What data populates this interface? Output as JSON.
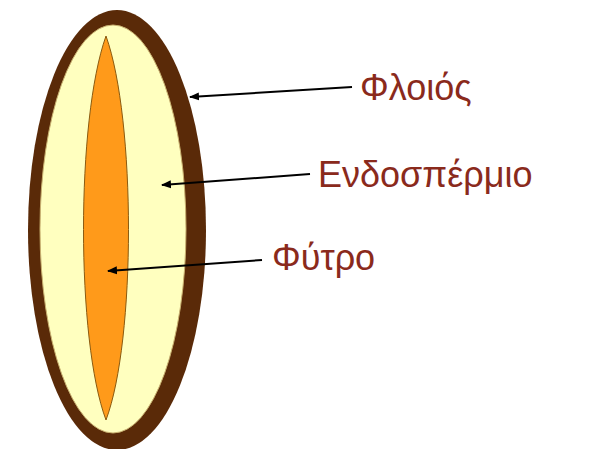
{
  "diagram": {
    "labels": [
      "Φλοιός",
      "Ενδοσπέρμιο",
      "Φύτρο"
    ]
  }
}
